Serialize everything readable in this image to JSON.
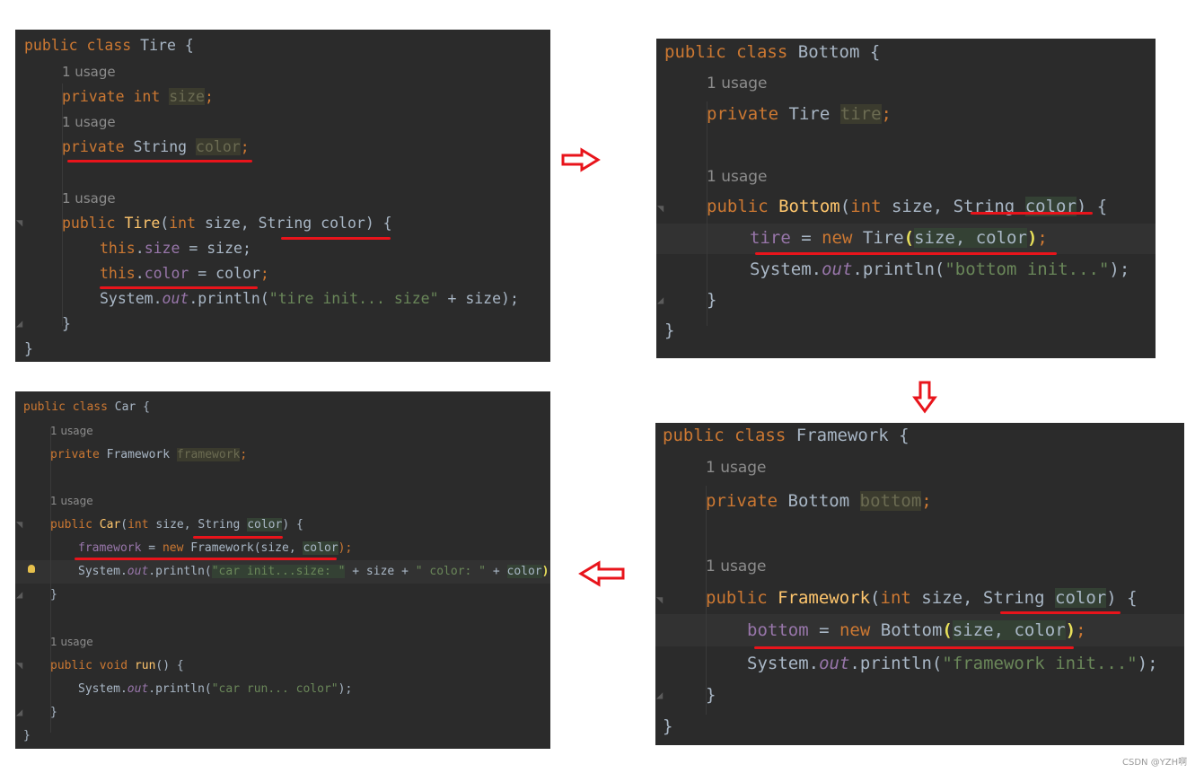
{
  "tire": {
    "l1": [
      "public",
      "class",
      "Tire",
      "{"
    ],
    "u1": "1 usage",
    "l2": [
      "private",
      "int",
      "size",
      ";"
    ],
    "u2": "1 usage",
    "l3": [
      "private",
      "String",
      "color",
      ";"
    ],
    "u3": "1 usage",
    "l4": [
      "public",
      "Tire",
      "(",
      "int",
      "size, ",
      "String",
      "color",
      ") {"
    ],
    "l5": [
      "this",
      ".",
      "size",
      " = size;"
    ],
    "l6": [
      "this",
      ".",
      "color",
      " = ",
      "color",
      ";"
    ],
    "l7": [
      "System.",
      "out",
      ".println(",
      "\"tire init... size\"",
      " + size);"
    ],
    "l8": "}",
    "l9": "}"
  },
  "bottom": {
    "l1": [
      "public",
      "class",
      "Bottom",
      "{"
    ],
    "u1": "1 usage",
    "l2": [
      "private",
      "Tire",
      "tire",
      ";"
    ],
    "u2": "1 usage",
    "l3": [
      "public",
      "Bottom",
      "(",
      "int",
      "size, ",
      "String",
      "color",
      ") {"
    ],
    "l4": [
      "tire",
      " = ",
      "new",
      "Tire",
      "(",
      "size, ",
      "color",
      ")",
      ";"
    ],
    "l5": [
      "System.",
      "out",
      ".println(",
      "\"bottom init...\"",
      ");"
    ],
    "l6": "}",
    "l7": "}"
  },
  "framework": {
    "l1": [
      "public",
      "class",
      "Framework",
      "{"
    ],
    "u1": "1 usage",
    "l2": [
      "private",
      "Bottom",
      "bottom",
      ";"
    ],
    "u2": "1 usage",
    "l3": [
      "public",
      "Framework",
      "(",
      "int",
      "size, ",
      "String",
      "color",
      ") {"
    ],
    "l4": [
      "bottom",
      " = ",
      "new",
      "Bottom",
      "(",
      "size, ",
      "color",
      ")",
      ";"
    ],
    "l5": [
      "System.",
      "out",
      ".println(",
      "\"framework init...\"",
      ");"
    ],
    "l6": "}",
    "l7": "}"
  },
  "car": {
    "l1": [
      "public",
      "class",
      "Car",
      "{"
    ],
    "u1": "1 usage",
    "l2": [
      "private",
      "Framework",
      "framework",
      ";"
    ],
    "u2": "1 usage",
    "l3": [
      "public",
      "Car",
      "(",
      "int",
      "size, ",
      "String",
      "color",
      ") {"
    ],
    "l4": [
      "framework",
      " = ",
      "new",
      "Framework(size, ",
      "color",
      ");"
    ],
    "l5": [
      "System.",
      "out",
      ".println(",
      "\"car init...size: \"",
      " + size + ",
      "\" color: \"",
      " + ",
      "color",
      ")",
      ";"
    ],
    "l6": "}",
    "u3": "1 usage",
    "l7": [
      "public",
      "void",
      "run",
      "() {"
    ],
    "l8": [
      "System.",
      "out",
      ".println(",
      "\"car run... color\"",
      ");"
    ],
    "l9": "}",
    "l10": "}"
  },
  "watermark": "CSDN @YZH啊",
  "colors": {
    "background": "#2b2b2b",
    "keyword": "#cc7832",
    "function": "#ffc66d",
    "field": "#9876aa",
    "string": "#6a8759",
    "text": "#a9b7c6",
    "underline": "#e8141b",
    "arrow": "#e8141b"
  }
}
